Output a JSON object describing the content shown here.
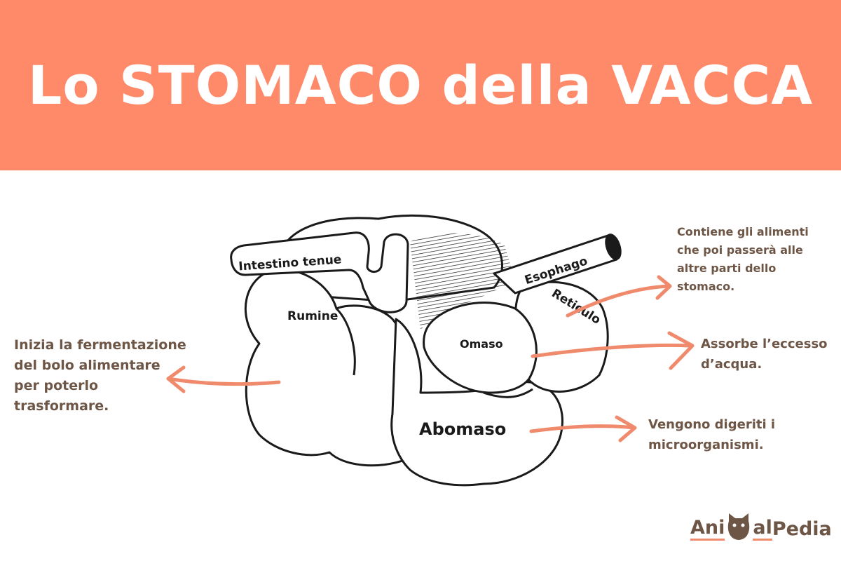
{
  "title": "Lo STOMACO della VACCA",
  "colors": {
    "banner": "#FF8A6A",
    "arrow": "#F08A6C",
    "caption_text": "#6E5646",
    "outline": "#1A1A1A",
    "logo_brown": "#6E5646",
    "logo_accent": "#F08A6C"
  },
  "diagram": {
    "labels": {
      "intestino": "Intestino tenue",
      "esophago": "Esophago",
      "rumine": "Rumine",
      "reticulo": "Reticulo",
      "omaso": "Omaso",
      "abomaso": "Abomaso"
    }
  },
  "captions": {
    "rumine": "Inizia la fermentazione del bolo alimentare per poterlo trasformare.",
    "reticulo": "Contiene gli alimenti che poi passerà alle altre parti dello stomaco.",
    "omaso": "Assorbe l’eccesso d’acqua.",
    "abomaso": "Vengono digeriti i microorganismi."
  },
  "logo": {
    "part1": "Ani",
    "part2": "al",
    "part3": "Pedia",
    "icon": "cat-face-icon"
  }
}
